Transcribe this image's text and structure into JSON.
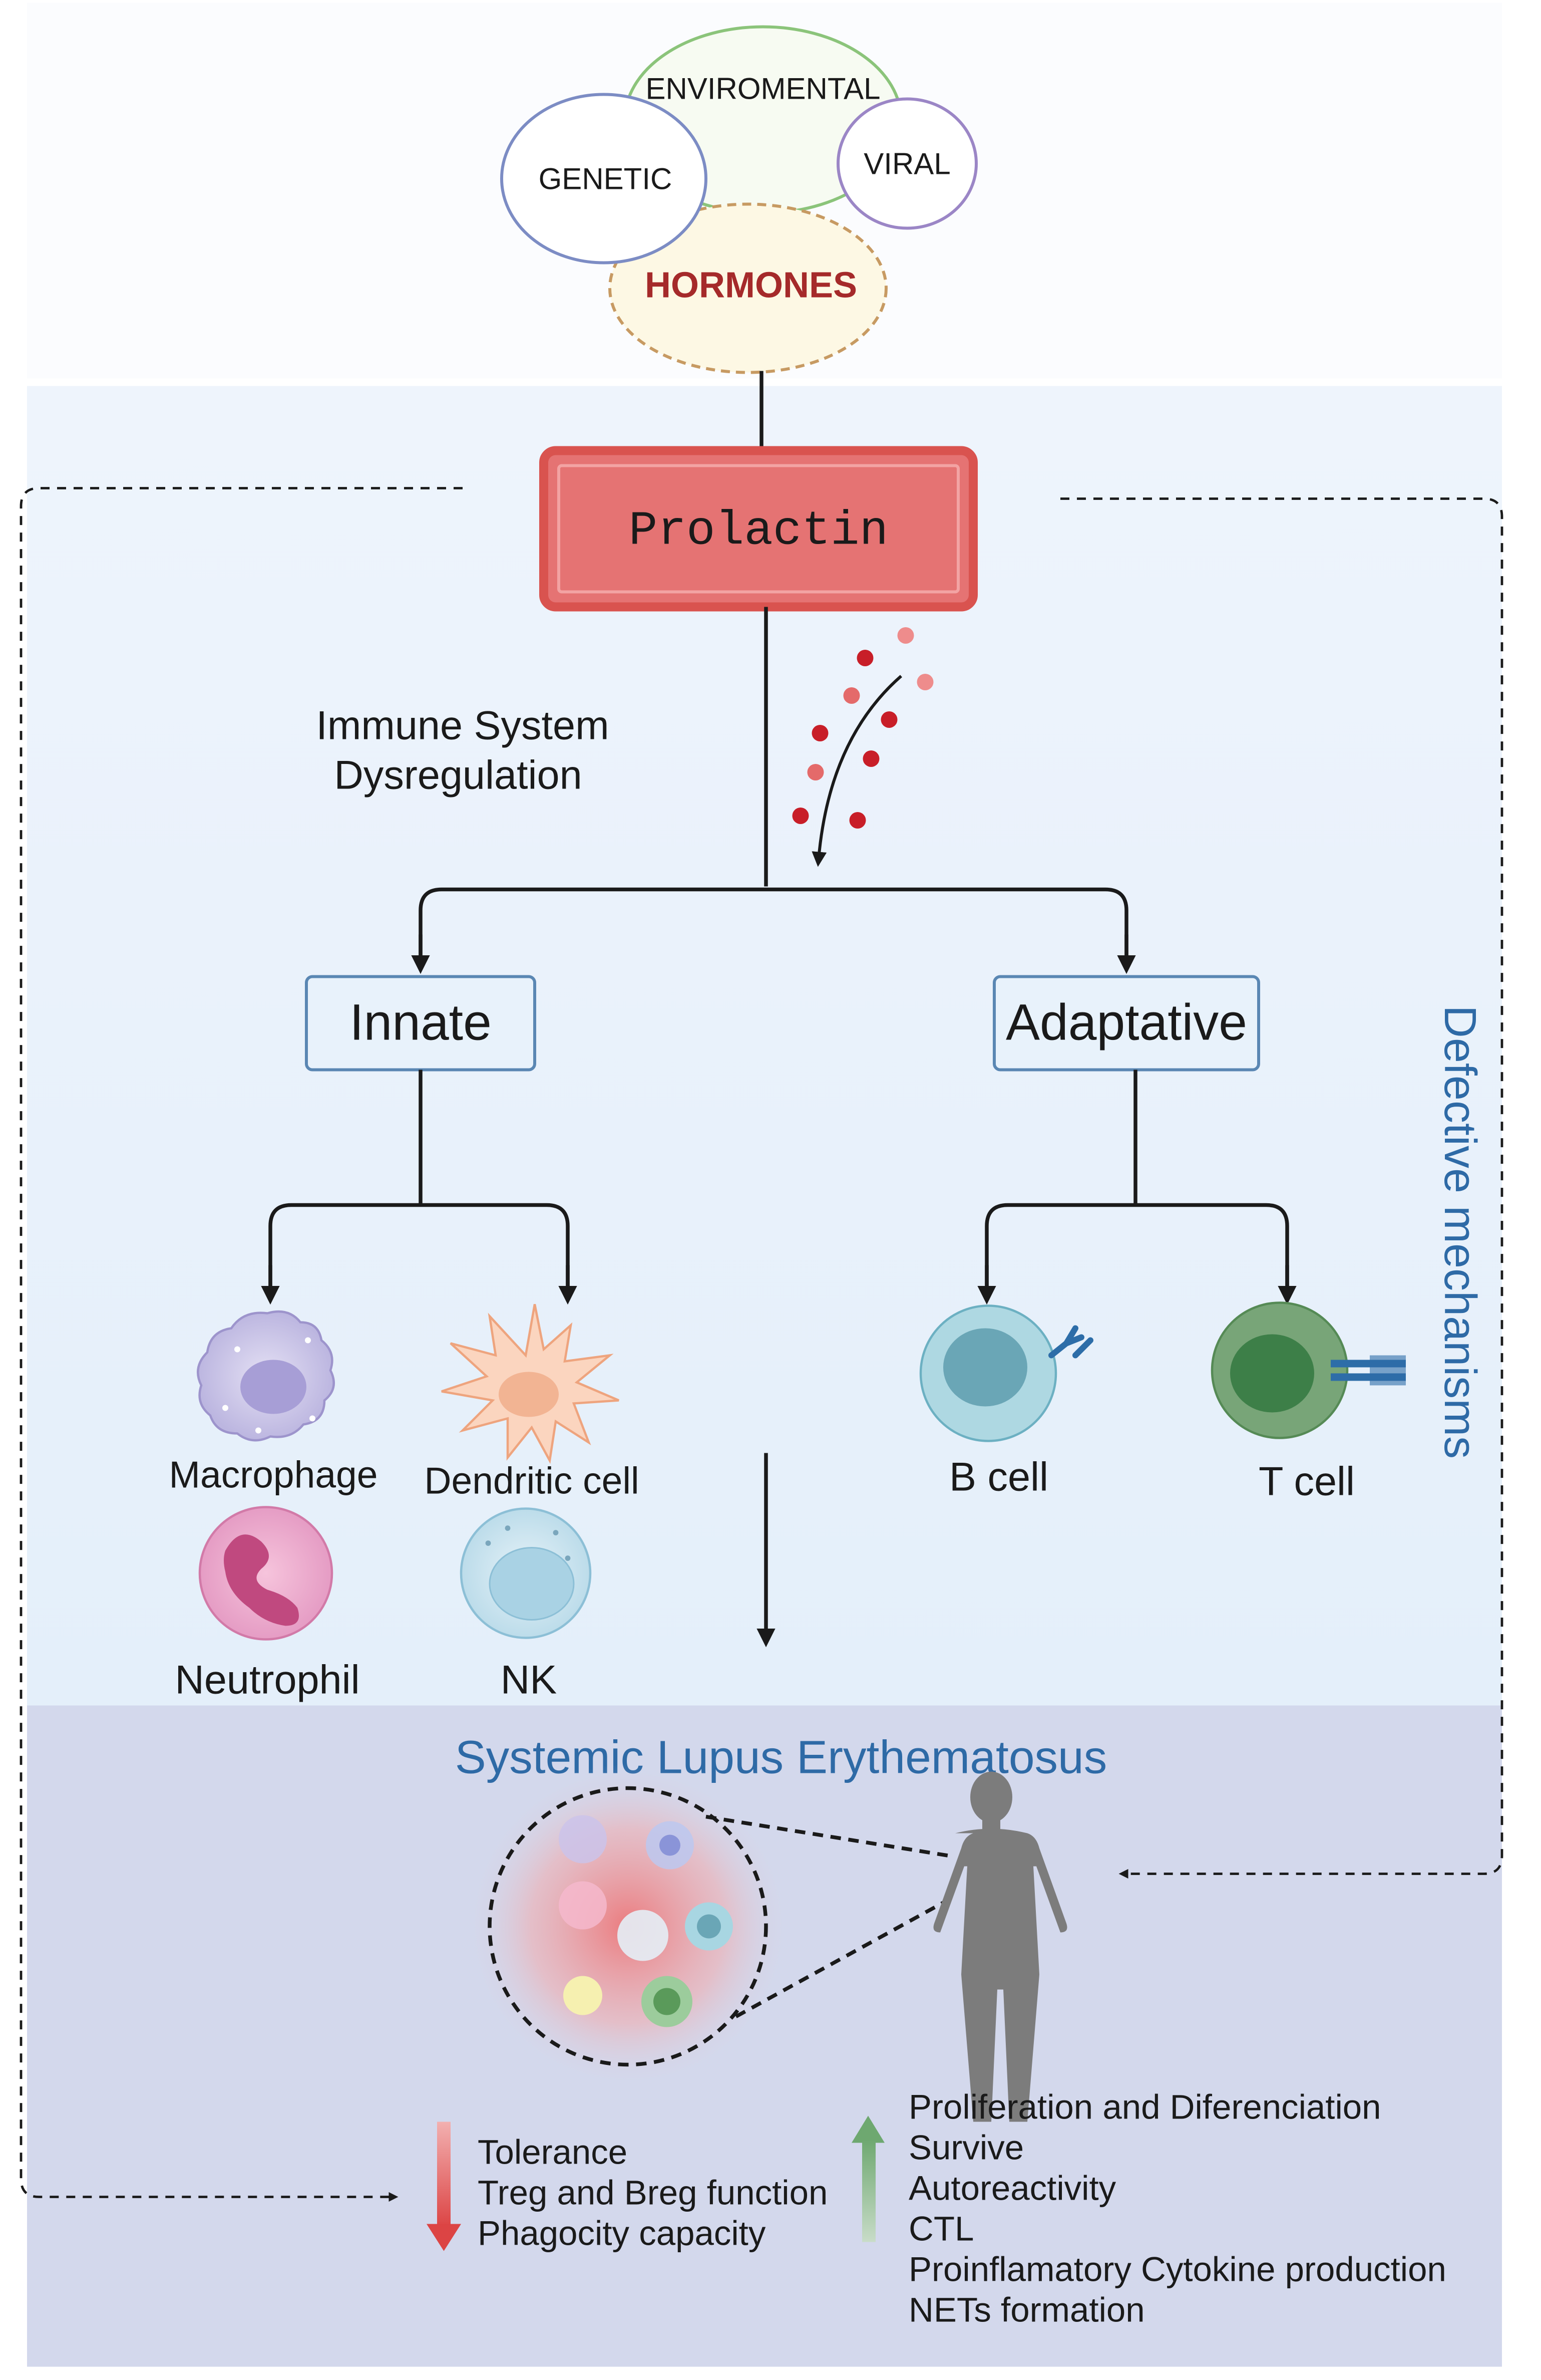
{
  "factors": {
    "enviromental": "ENVIROMENTAL",
    "genetic": "GENETIC",
    "viral": "VIRAL",
    "hormones": "HORMONES"
  },
  "prolactin": "Prolactin",
  "immune_dysregulation": {
    "line1": "Immune System",
    "line2": "Dysregulation"
  },
  "branches": {
    "innate": "Innate",
    "adaptative": "Adaptative"
  },
  "cells": {
    "macrophage": "Macrophage",
    "dendritic": "Dendritic cell",
    "neutrophil": "Neutrophil",
    "nk": "NK",
    "b_cell": "B cell",
    "t_cell": "T cell"
  },
  "defective_mechanisms": "Defective  mechanisms",
  "disease_title": "Systemic Lupus Erythematosus",
  "decreased": [
    "Tolerance",
    "Treg and Breg function",
    "Phagocity capacity"
  ],
  "increased": [
    "Proliferation and Diferenciation",
    "Survive",
    "Autoreactivity",
    "CTL",
    "Proinflamatory Cytokine production",
    "NETs formation"
  ],
  "colors": {
    "prolactin_fill": "#e57373",
    "prolactin_border": "#d9534f",
    "hormones_text": "#a52a2a",
    "blue_text": "#2e6aa6",
    "box_fill": "#e8f2fb",
    "box_border": "#5a87b3",
    "sle_panel": "#d3d8ec",
    "down_arrow": "#e05050",
    "up_arrow": "#88b48a"
  }
}
